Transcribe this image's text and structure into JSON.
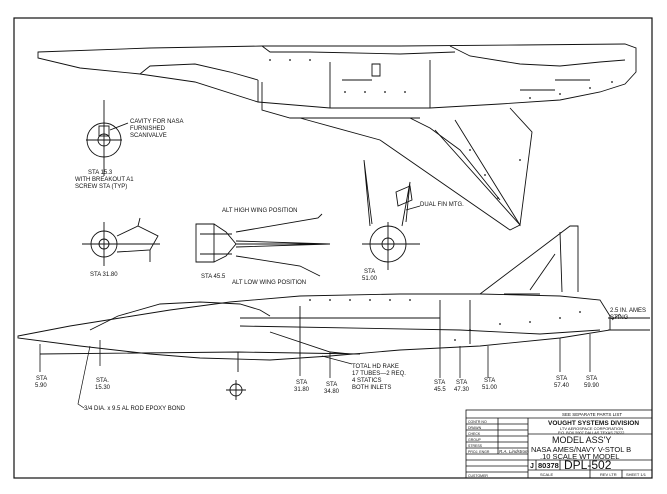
{
  "callouts": {
    "cavity": [
      "CAVITY FOR NASA",
      "FURNISHED",
      "SCANIVALVE"
    ],
    "sta_breakout": [
      "STA 15.3",
      "WITH BREAKOUT A1",
      "SCREW STA (TYP)"
    ],
    "alt_high_wing": "ALT HIGH WING POSITION",
    "alt_low_wing": "ALT LOW WING POSITION",
    "dual_fin": "DUAL FIN MTG.",
    "sta_31_80_section": "STA 31.80",
    "sta_45_5_section": "STA 45.5",
    "sta_51_section": [
      "STA",
      "51.00"
    ],
    "sting": [
      "2.5 IN. AMES",
      "STING"
    ],
    "rake": [
      "TOTAL HD RAKE",
      "17 TUBES—2 REQ.",
      "4 STATICS",
      "BOTH INLETS"
    ],
    "rod": "3/4 DIA. x 9.5 AL ROD EPOXY BOND"
  },
  "stations": [
    [
      "STA",
      "5.90"
    ],
    [
      "STA.",
      "15.30"
    ],
    [
      "STA",
      "31.80"
    ],
    [
      "STA",
      "34.80"
    ],
    [
      "STA",
      "45.5"
    ],
    [
      "STA",
      "47.30"
    ],
    [
      "STA",
      "51.00"
    ],
    [
      "STA",
      "57.40"
    ],
    [
      "STA",
      "59.90"
    ]
  ],
  "title_block": {
    "parts_list": "SEE SEPARATE PARTS LIST",
    "company": "VOUGHT SYSTEMS DIVISION",
    "company_sub": "LTV AEROSPACE CORPORATION",
    "company_addr": "P.O. BOX 5907 DALLAS TEXAS 75222",
    "title_lines": [
      "MODEL ASS'Y",
      "NASA AMES/NAVY V-STOL B",
      ".10 SCALE WT MODEL"
    ],
    "size": "J",
    "code": "80378",
    "dwg_no": "DPL-502",
    "left_labels": [
      "CONTR NO",
      "DRAWN",
      "CHECK",
      "GROUP",
      "STRESS",
      "PROJ. ENGR",
      "",
      "",
      "",
      "CUSTOMER"
    ],
    "signature": "R.A. Lindstrom",
    "bottom": [
      "SCALE",
      "REV LTR",
      "SHEET 1/1"
    ]
  }
}
